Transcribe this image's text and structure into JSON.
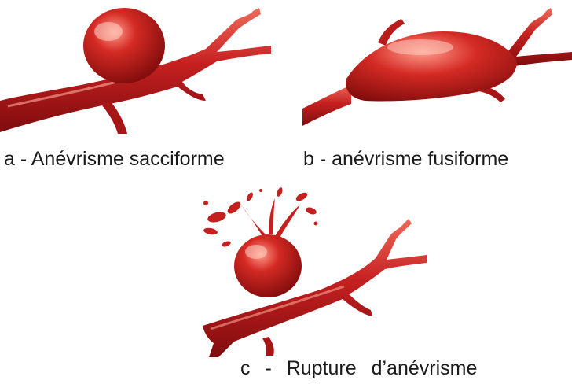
{
  "captions": {
    "a": "a - Anévrisme sacciforme",
    "b": "b - anévrisme fusiforme",
    "c": "c   -   Rupture   d’anévrisme"
  },
  "colors": {
    "vessel_dark": "#8e0f10",
    "vessel_mid": "#c52020",
    "vessel_light": "#ef6a5a",
    "highlight": "#ffd3c8"
  },
  "icons": {
    "a": "saccular-aneurysm-illustration",
    "b": "fusiform-aneurysm-illustration",
    "c": "ruptured-aneurysm-illustration"
  }
}
